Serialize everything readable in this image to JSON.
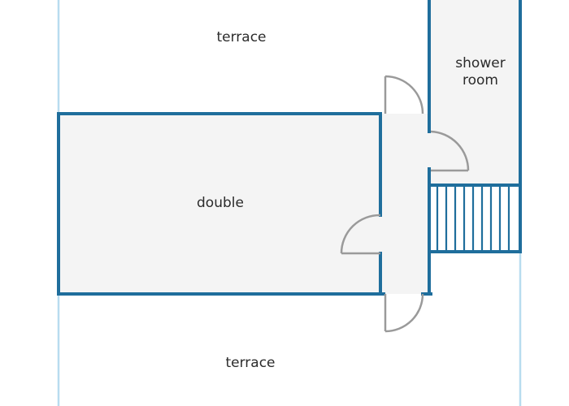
{
  "floor_plan": {
    "rooms": {
      "terrace_top": "terrace",
      "double": "double",
      "shower_room": "shower room",
      "terrace_bottom": "terrace"
    }
  },
  "colors": {
    "wall": "#1f6e9c",
    "terrace_edge": "#b8dcef",
    "floor": "#f4f4f4",
    "door": "#9a9a9a",
    "label": "#2b2b2b"
  }
}
